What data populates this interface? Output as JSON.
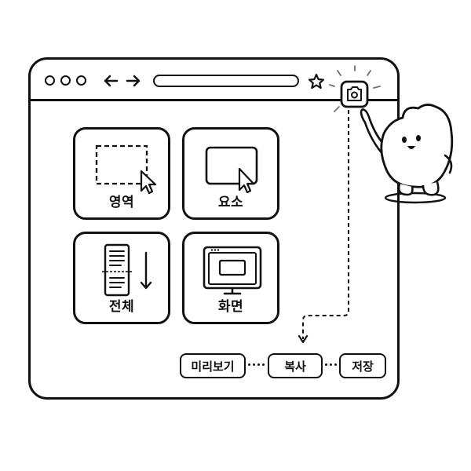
{
  "window": {
    "controls": [
      "circle-control",
      "circle-control",
      "circle-control"
    ],
    "nav_icons": [
      "arrow-left-icon",
      "arrow-right-icon"
    ],
    "bookmark_icon": "star-icon",
    "capture_icon": "camera-icon"
  },
  "capture_modes": [
    {
      "label": "영역",
      "icon": "dashed-selection-icon"
    },
    {
      "label": "요소",
      "icon": "element-cursor-icon"
    },
    {
      "label": "전체",
      "icon": "full-page-scroll-icon"
    },
    {
      "label": "화면",
      "icon": "screen-monitor-icon"
    }
  ],
  "actions": {
    "preview": "미리보기",
    "copy": "복사",
    "save": "저장"
  },
  "mascot": "mascot-character",
  "colors": {
    "stroke": "#111111",
    "background": "#ffffff"
  }
}
